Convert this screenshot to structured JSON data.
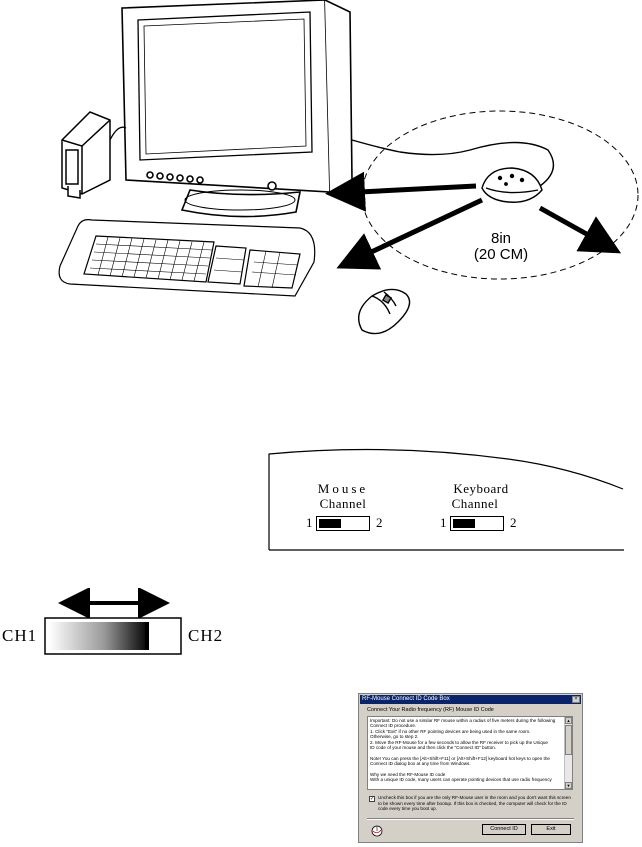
{
  "setup_illustration": {
    "range_value": "8in",
    "range_metric": "(20 CM)"
  },
  "channel_panel": {
    "mouse_label_line1": "Mouse",
    "mouse_label_line2": "Channel",
    "keyboard_label_line1": "Keyboard",
    "keyboard_label_line2": "Channel",
    "left_number": "1",
    "right_number": "2",
    "mouse_switch_position": 1,
    "keyboard_switch_position": 1
  },
  "slider_diagram": {
    "left_label": "CH1",
    "right_label": "CH2"
  },
  "dialog": {
    "title": "RF-Mouse Connect ID Code Box",
    "heading": "Connect Your Radio frequency (RF) Mouse ID Code",
    "body_lines": [
      "Important:  Do not use a similar RF mouse within a radius of five meters during the following",
      "Connect ID procedure.",
      "  1. Click \"Exit\" if no other RF pointing devices are being used in the same room.",
      "Otherwise, go to step 2.",
      "  2. Move the RF-Mouse for a few seconds to allow the RF receiver to pick up the Unique",
      "ID code of your mouse and then click the \"Connect ID\" button.",
      "",
      "Note!  You can press the [Alt+Shift+F11] or [Alt+Shift+F12] keyboard hot keys to open the",
      "Connect ID dialog box at any time from Windows.",
      "",
      "Why we need the RF-Mouse ID code",
      "With a unique ID code, many users can operate pointing devices that use radio frequency"
    ],
    "checkbox_checked": true,
    "checkbox_text": "Uncheck this box if you are the only RF-Mouse user in the room and you don't want this screen to be shown every time after bootup. If this box is checked, the computer will check for the ID code every time you boot up.",
    "connect_button": "Connect ID",
    "exit_button": "Exit"
  }
}
